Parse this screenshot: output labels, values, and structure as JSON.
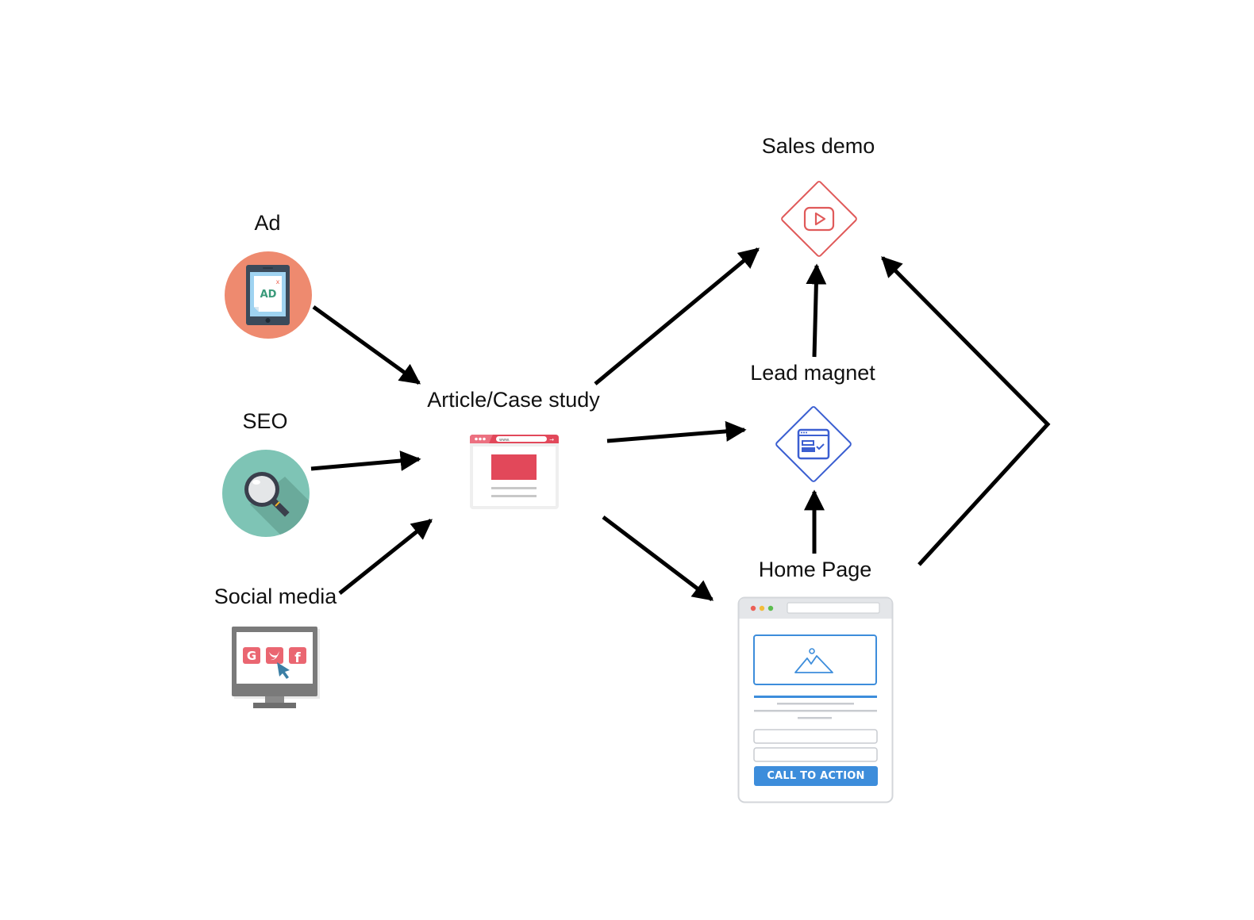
{
  "diagram": {
    "type": "marketing-funnel-flow",
    "nodes": [
      {
        "id": "ad",
        "label": "Ad",
        "icon": "tablet-ad-icon"
      },
      {
        "id": "seo",
        "label": "SEO",
        "icon": "magnifying-glass-icon"
      },
      {
        "id": "social",
        "label": "Social media",
        "icon": "monitor-social-icon"
      },
      {
        "id": "article",
        "label": "Article/Case study",
        "icon": "browser-article-icon"
      },
      {
        "id": "sales_demo",
        "label": "Sales demo",
        "icon": "play-button-icon"
      },
      {
        "id": "lead_magnet",
        "label": "Lead magnet",
        "icon": "form-check-icon"
      },
      {
        "id": "home_page",
        "label": "Home Page",
        "icon": "landing-page-icon"
      }
    ],
    "edges": [
      {
        "from": "ad",
        "to": "article"
      },
      {
        "from": "seo",
        "to": "article"
      },
      {
        "from": "social",
        "to": "article"
      },
      {
        "from": "article",
        "to": "sales_demo"
      },
      {
        "from": "article",
        "to": "lead_magnet"
      },
      {
        "from": "article",
        "to": "home_page"
      },
      {
        "from": "lead_magnet",
        "to": "sales_demo"
      },
      {
        "from": "home_page",
        "to": "lead_magnet"
      },
      {
        "from": "home_page",
        "to": "sales_demo"
      }
    ],
    "icon_text": {
      "ad_badge": "AD",
      "article_url": "www.",
      "cta_button": "CALL TO ACTION"
    },
    "colors": {
      "ad_circle": "#ee8a6f",
      "seo_circle": "#7ec4b5",
      "article_red": "#e2485a",
      "sales_demo_red": "#e05a5a",
      "lead_magnet_blue": "#3b5fd1",
      "home_blue": "#3d8ddb"
    }
  }
}
